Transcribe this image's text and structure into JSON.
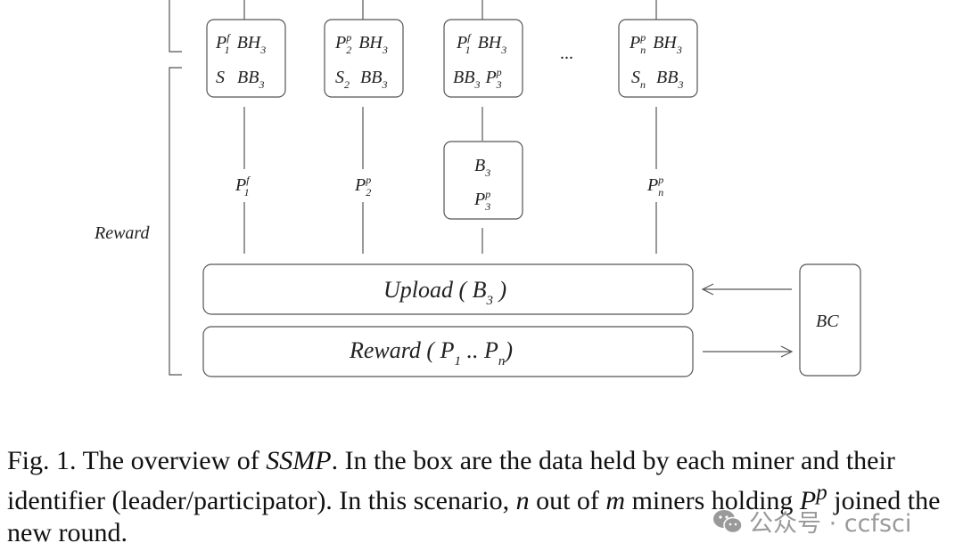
{
  "figure": {
    "reward_label": "Reward",
    "ellipsis": "...",
    "boxes": [
      {
        "sym1": "P",
        "sup1": "f",
        "sub1": "1",
        "sym2": "BH",
        "sub2": "3",
        "sym3": "S",
        "sym4": "BB",
        "sub4": "3"
      },
      {
        "sym1": "P",
        "sup1": "p",
        "sub1": "2",
        "sym2": "BH",
        "sub2": "3",
        "sym3": "S",
        "sub3": "2",
        "sym4": "BB",
        "sub4": "3"
      },
      {
        "sym1": "P",
        "sup1": "f",
        "sub1": "1",
        "sym2": "BH",
        "sub2": "3",
        "sym3": "BB",
        "sub3": "3",
        "sym4": "P",
        "sup4": "p",
        "sub4": "3"
      },
      {
        "sym1": "P",
        "sup1": "p",
        "sub1": "n",
        "sym2": "BH",
        "sub2": "3",
        "sym3": "S",
        "sub3": "n",
        "sym4": "BB",
        "sub4": "3"
      }
    ],
    "mid_labels": [
      {
        "sym": "P",
        "sup": "f",
        "sub": "1"
      },
      {
        "sym": "P",
        "sup": "p",
        "sub": "2"
      },
      {
        "sym": "P",
        "sup": "p",
        "sub": "n"
      }
    ],
    "block_box": {
      "line1_sym": "B",
      "line1_sub": "3",
      "line2_sym": "P",
      "line2_sup": "p",
      "line2_sub": "3"
    },
    "upload": {
      "pre": "Upload ( B",
      "sub": "3",
      "post": " )"
    },
    "reward_bar": {
      "pre": "Reward ( P",
      "sub1": "1",
      "mid": " .. P",
      "sub2": "n",
      "post": ")"
    },
    "bc_label": "BC"
  },
  "caption": {
    "prefix": "Fig. 1.  The overview of ",
    "name": "SSMP",
    "text1": ". In the box are the data held by each miner and their identifier (leader/participator). In this scenario, ",
    "var_n": "n",
    "text2": " out of ",
    "var_m": "m",
    "text3": " miners holding ",
    "var_p": "P",
    "var_p_sup": "p",
    "text4": " joined the new round."
  },
  "watermark": {
    "text": "公众号 · ccfsci"
  },
  "colors": {
    "stroke": "#555555",
    "text": "#222222",
    "watermark": "#9a9a9a"
  }
}
